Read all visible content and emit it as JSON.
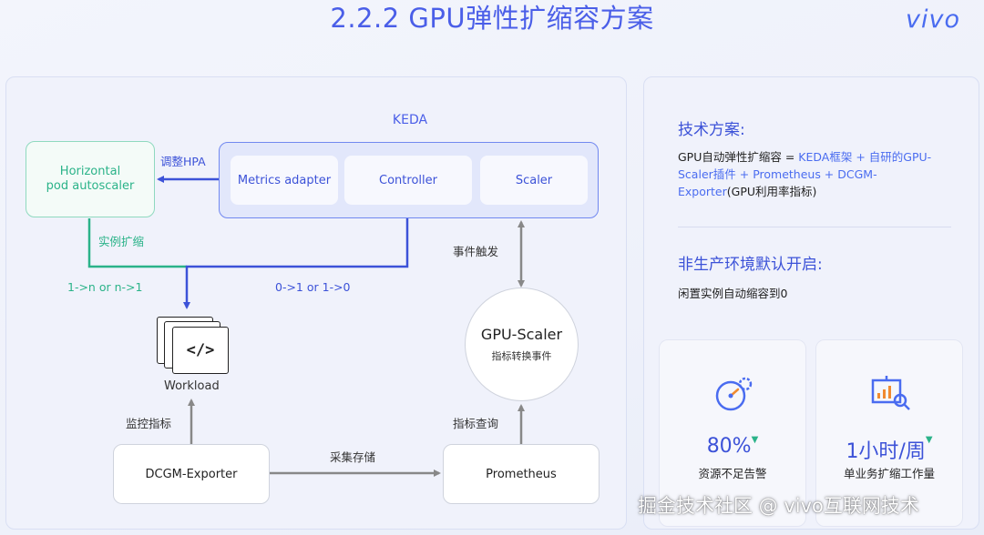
{
  "header": {
    "title": "2.2.2 GPU弹性扩缩容方案",
    "logo": "vivo"
  },
  "diagram": {
    "keda_label": "KEDA",
    "keda_components": [
      "Metrics adapter",
      "Controller",
      "Scaler"
    ],
    "hpa_line1": "Horizontal",
    "hpa_line2": "pod autoscaler",
    "edge_adjust_hpa": "调整HPA",
    "edge_instance_scale": "实例扩缩",
    "edge_hpa_range": "1->n or n->1",
    "edge_keda_range": "0->1 or 1->0",
    "edge_event_trigger": "事件触发",
    "workload": "Workload",
    "workload_glyph": "</>",
    "gpu_scaler_title": "GPU-Scaler",
    "gpu_scaler_subtitle": "指标转换事件",
    "edge_monitor": "监控指标",
    "edge_query": "指标查询",
    "edge_collect": "采集存储",
    "exporter": "DCGM-Exporter",
    "prometheus": "Prometheus"
  },
  "right_panel": {
    "heading1": "技术方案:",
    "plan_prefix": "GPU自动弹性扩缩容 = ",
    "plan_l1_hl": "KEDA框架 + 自研的GPU-",
    "plan_l2_hl": "Scaler插件 + Prometheus + DCGM-",
    "plan_l3_hl": "Exporter",
    "plan_l3_tail": "(GPU利用率指标)",
    "heading2": "非生产环境默认开启:",
    "default_text": "闲置实例自动缩容到0",
    "cards": [
      {
        "icon": "speedometer-gear-icon",
        "value": "80%",
        "caption": "资源不足告警"
      },
      {
        "icon": "presentation-chart-icon",
        "value": "1小时/周",
        "caption": "单业务扩缩工作量"
      }
    ]
  },
  "watermark": "掘金技术社区 @ vivo互联网技术"
}
